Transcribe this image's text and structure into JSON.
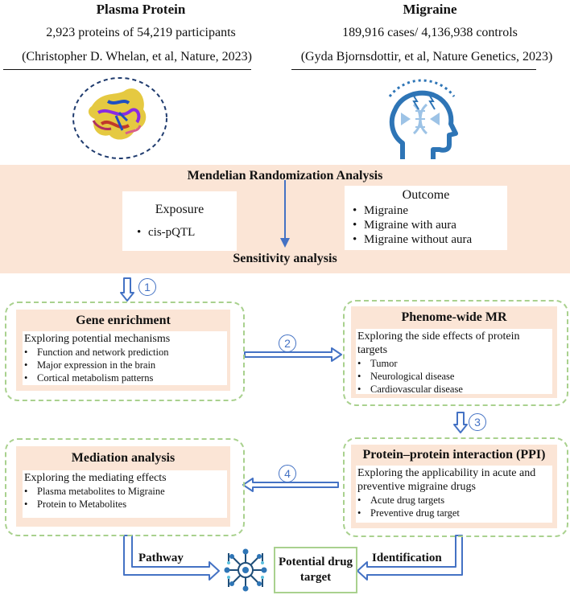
{
  "left_header": {
    "title": "Plasma Protein",
    "line1": "2,923 proteins of 54,219 participants",
    "line2": "(Christopher D. Whelan, et al, Nature, 2023)"
  },
  "right_header": {
    "title": "Migraine",
    "line1": "189,916 cases/ 4,136,938 controls",
    "line2": "(Gyda Bjornsdottir, et al, Nature Genetics, 2023)"
  },
  "mr": {
    "title": "Mendelian Randomization Analysis",
    "exposure_title": "Exposure",
    "exposure_items": [
      "cis-pQTL"
    ],
    "outcome_title": "Outcome",
    "outcome_items": [
      "Migraine",
      "Migraine with aura",
      "Migraine without aura"
    ],
    "sensitivity": "Sensitivity analysis"
  },
  "steps": [
    "1",
    "2",
    "3",
    "4"
  ],
  "gene_enrichment": {
    "title": "Gene enrichment",
    "intro": "Exploring potential mechanisms",
    "items": [
      "Function and network prediction",
      "Major expression in the brain",
      "Cortical metabolism patterns"
    ]
  },
  "phewas": {
    "title": "Phenome-wide MR",
    "intro": "Exploring the side effects of protein targets",
    "items": [
      "Tumor",
      "Neurological disease",
      "Cardiovascular disease"
    ]
  },
  "ppi": {
    "title": "Protein–protein interaction (PPI)",
    "intro": "Exploring the applicability in acute and preventive migraine drugs",
    "items": [
      "Acute drug targets",
      "Preventive drug target"
    ]
  },
  "mediation": {
    "title": "Mediation analysis",
    "intro": "Exploring the mediating effects",
    "items": [
      "Plasma metabolites to Migraine",
      "Protein to Metabolites"
    ]
  },
  "bottom": {
    "pathway": "Pathway",
    "identification": "Identification",
    "target": "Potential drug target"
  },
  "colors": {
    "peach": "#fbe5d6",
    "dashed_green": "#a9d18e",
    "arrow_blue": "#4472c4",
    "target_border": "#70ad47"
  },
  "icons": [
    "protein-structure-icon",
    "brain-dna-head-icon",
    "molecule-network-icon"
  ]
}
